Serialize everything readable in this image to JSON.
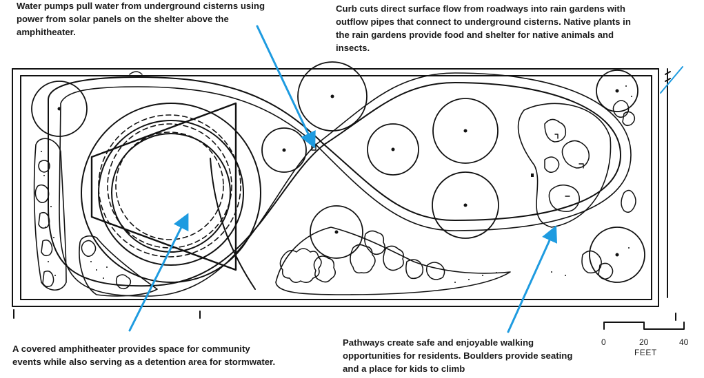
{
  "annotations": {
    "water_pumps": [
      "Water pumps pull water from underground cisterns using",
      "power from solar panels on the shelter above the",
      "amphitheater."
    ],
    "curb_cuts": [
      "Curb cuts direct surface flow from roadways into rain gardens with",
      "outflow pipes that connect to underground cisterns.  Native plants in",
      "the rain gardens provide food and shelter for native animals and",
      "insects."
    ],
    "amphitheater": [
      "A covered amphitheater provides space for community",
      "events while also serving as a detention area for stormwater."
    ],
    "pathways": [
      "Pathways create safe and enjoyable walking",
      "opportunities for residents.  Boulders provide seating",
      "and a place for kids to climb"
    ]
  },
  "scale_bar": {
    "ticks": [
      "0",
      "20",
      "40"
    ],
    "unit": "FEET"
  },
  "colors": {
    "ink": "#111111",
    "leader_arrow": "#1e9be0",
    "text": "#1a1a1a"
  }
}
